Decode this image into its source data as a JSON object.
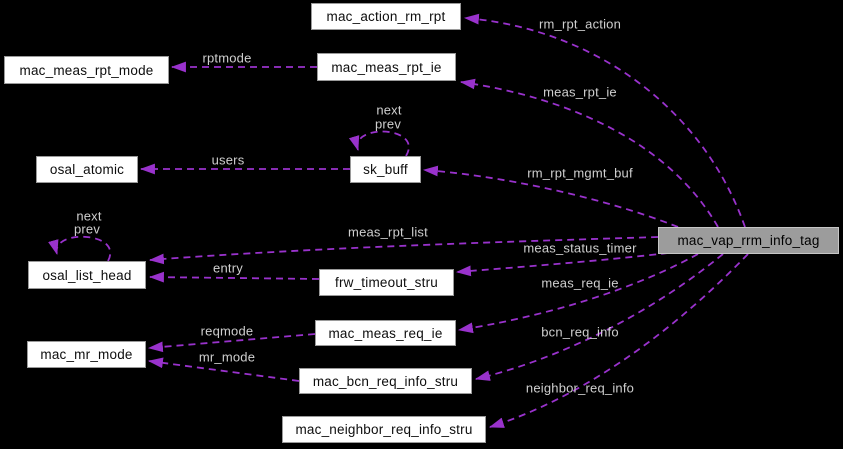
{
  "diagram": {
    "type": "collaboration-graph",
    "colors": {
      "background": "#000000",
      "edge": "#9932CC",
      "node_fill": "#ffffff",
      "node_border": "#9a9a9a",
      "node_text": "#0d0d0d",
      "main_node_fill": "#9c9c9c",
      "main_node_border": "#c6c6c6",
      "edge_label_text": "#cfcfcf"
    },
    "nodes": [
      {
        "id": "mac_action_rm_rpt",
        "label": "mac_action_rm_rpt"
      },
      {
        "id": "mac_meas_rpt_mode",
        "label": "mac_meas_rpt_mode"
      },
      {
        "id": "mac_meas_rpt_ie",
        "label": "mac_meas_rpt_ie"
      },
      {
        "id": "osal_atomic",
        "label": "osal_atomic"
      },
      {
        "id": "sk_buff",
        "label": "sk_buff"
      },
      {
        "id": "osal_list_head",
        "label": "osal_list_head"
      },
      {
        "id": "frw_timeout_stru",
        "label": "frw_timeout_stru"
      },
      {
        "id": "mac_meas_req_ie",
        "label": "mac_meas_req_ie"
      },
      {
        "id": "mac_mr_mode",
        "label": "mac_mr_mode"
      },
      {
        "id": "mac_bcn_req_info_stru",
        "label": "mac_bcn_req_info_stru"
      },
      {
        "id": "mac_neighbor_req_info_stru",
        "label": "mac_neighbor_req_info_stru"
      },
      {
        "id": "mac_vap_rrm_info_tag",
        "label": "mac_vap_rrm_info_tag"
      }
    ],
    "edge_labels": [
      {
        "text": "rm_rpt_action"
      },
      {
        "text": "meas_rpt_ie"
      },
      {
        "text": "rptmode"
      },
      {
        "text": "rm_rpt_mgmt_buf"
      },
      {
        "text": "users"
      },
      {
        "text": "next"
      },
      {
        "text": "prev"
      },
      {
        "text": "meas_rpt_list"
      },
      {
        "text": "meas_status_timer"
      },
      {
        "text": "next"
      },
      {
        "text": "prev"
      },
      {
        "text": "entry"
      },
      {
        "text": "meas_req_ie"
      },
      {
        "text": "reqmode"
      },
      {
        "text": "bcn_req_info"
      },
      {
        "text": "mr_mode"
      },
      {
        "text": "neighbor_req_info"
      }
    ]
  }
}
